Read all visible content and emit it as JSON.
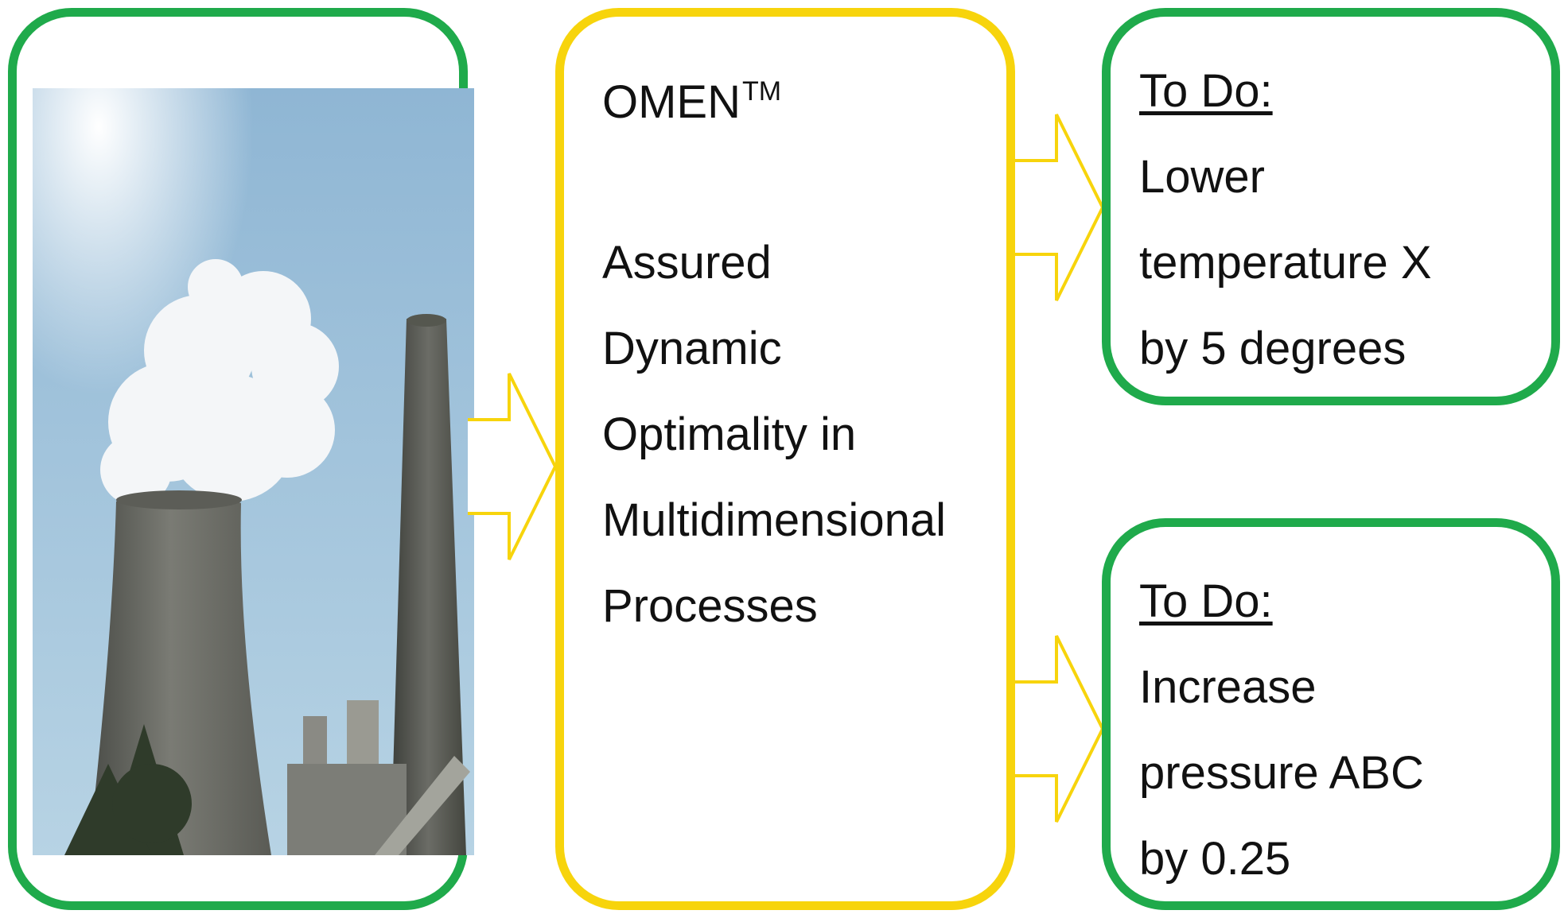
{
  "colors": {
    "green_border": "#1faa4b",
    "yellow_border": "#f7d40c",
    "arrow_fill": "#ffffff",
    "sky_top": "#8fb6d4",
    "sky_bottom": "#a9cadf",
    "tower": "#6d6e68",
    "steam": "#f4f6f8"
  },
  "image": {
    "icon": "power-plant-cooling-tower-photo"
  },
  "omen": {
    "title": "OMEN",
    "trademark": "TM",
    "lines": [
      "Assured",
      "Dynamic",
      "Optimality in",
      "Multidimensional",
      "Processes"
    ]
  },
  "todo_items": [
    {
      "heading": "To Do:",
      "lines": [
        "Lower",
        "temperature X",
        "by 5 degrees"
      ]
    },
    {
      "heading": "To Do:",
      "lines": [
        "Increase",
        "pressure ABC",
        "by 0.25"
      ]
    }
  ]
}
